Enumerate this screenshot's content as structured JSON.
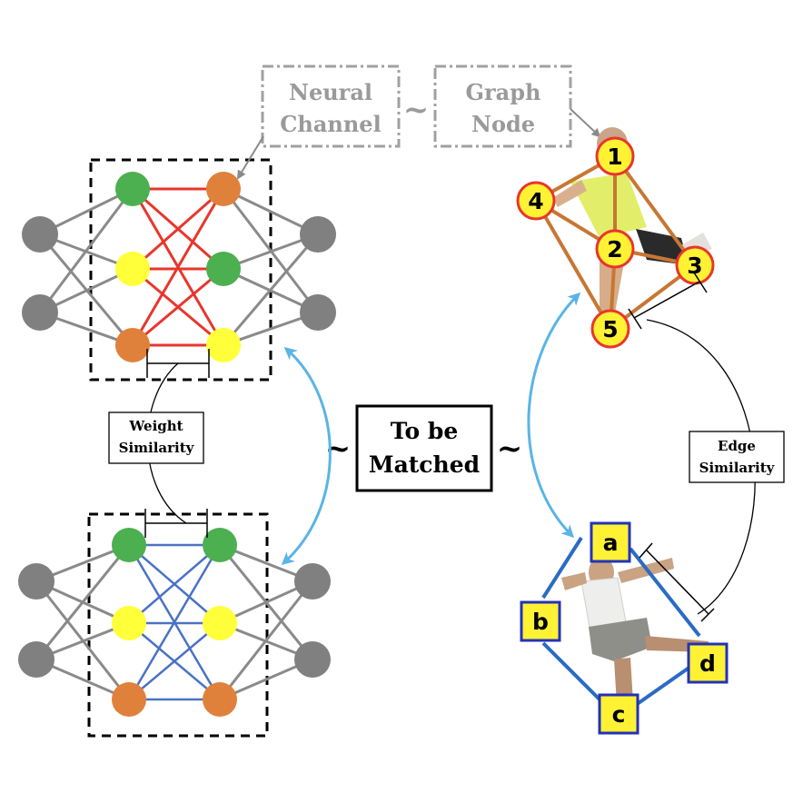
{
  "labels": {
    "neural_channel": [
      "Neural",
      "Channel"
    ],
    "graph_node": [
      "Graph",
      "Node"
    ],
    "neural_tilde": "~",
    "to_be_matched": [
      "To be",
      "Matched"
    ],
    "left_tilde": "~",
    "right_tilde": "~",
    "weight_similarity": [
      "Weight",
      "Similarity"
    ],
    "edge_similarity": [
      "Edge",
      "Similarity"
    ]
  },
  "graph_top_nodes": [
    "1",
    "2",
    "3",
    "4",
    "5"
  ],
  "graph_bottom_nodes": [
    "a",
    "b",
    "c",
    "d"
  ],
  "colors": {
    "gray_node": "#808080",
    "green_node": "#4caf50",
    "yellow_node": "#ffff3a",
    "orange_node": "#e0813b",
    "red_edge": "#e8362c",
    "blue_edge": "#4a72c4",
    "brown_edge": "#c77733",
    "arrow_blue": "#5ab4e5",
    "dashed_gray": "#a0a0a0",
    "node_yellow": "#fff234",
    "square_border": "#2332b8"
  }
}
